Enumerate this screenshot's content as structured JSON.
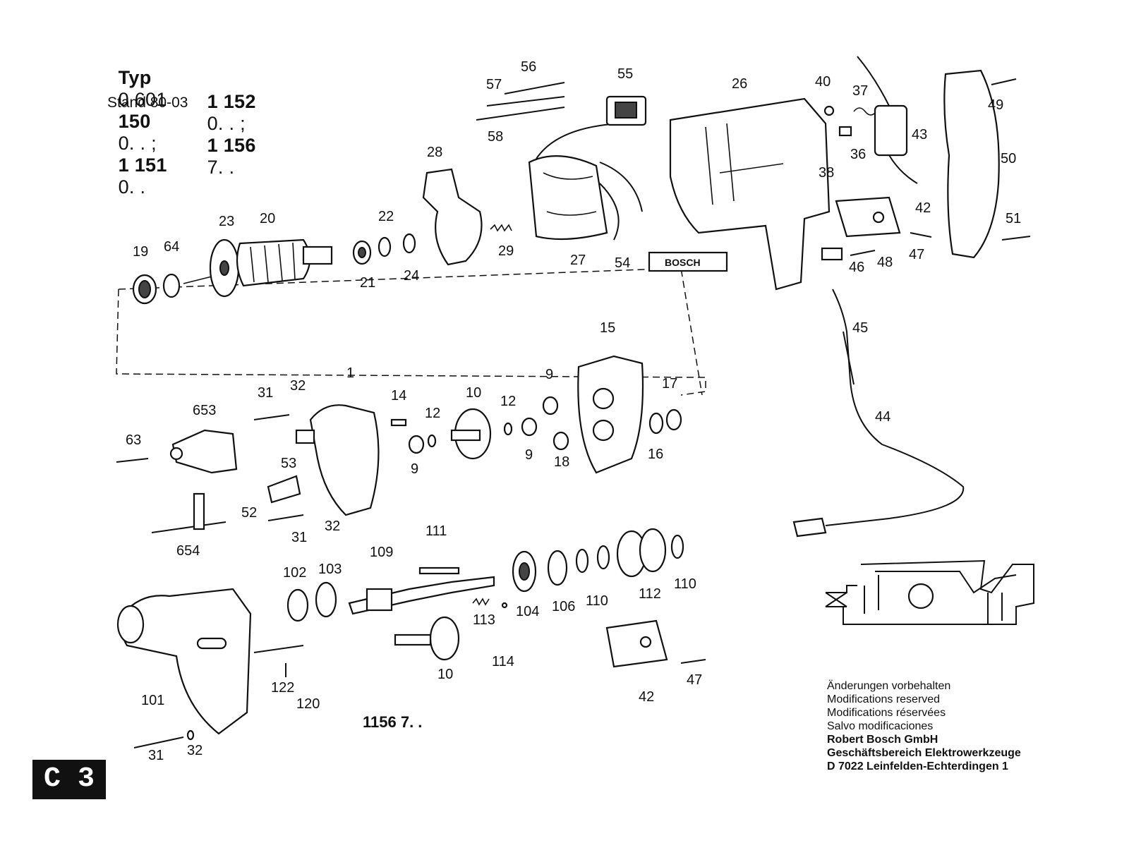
{
  "header": {
    "line1": {
      "typ": "Typ",
      "a": "0 601",
      "b": "150",
      "c": "0. . ;",
      "d": "1 151",
      "e": "0. ."
    },
    "line2": {
      "a": "1 152",
      "b": "0. . ;",
      "c": "1 156",
      "d": "7. ."
    },
    "stand": "Stand 80-03"
  },
  "model_label": "1156 7. .",
  "notes": {
    "lines": [
      "Änderungen vorbehalten",
      "Modifications reserved",
      "Modifications réservées",
      "Salvo modificaciones"
    ],
    "company": [
      "Robert Bosch GmbH",
      "Geschäftsbereich Elektrowerkzeuge",
      "D 7022 Leinfelden-Echterdingen 1"
    ]
  },
  "page_code": "C 3",
  "brand_plate": "BOSCH",
  "part_numbers": [
    "56",
    "57",
    "58",
    "55",
    "26",
    "40",
    "37",
    "49",
    "28",
    "43",
    "36",
    "50",
    "38",
    "23",
    "20",
    "22",
    "19",
    "64",
    "29",
    "42",
    "27",
    "54",
    "21",
    "24",
    "51",
    "47",
    "46",
    "48",
    "45",
    "15",
    "1",
    "31",
    "32",
    "14",
    "9",
    "17",
    "653",
    "10",
    "12",
    "12",
    "63",
    "9",
    "9",
    "18",
    "16",
    "53",
    "52",
    "31",
    "32",
    "654",
    "44",
    "111",
    "109",
    "102",
    "103",
    "104",
    "106",
    "110",
    "112",
    "110",
    "113",
    "114",
    "10",
    "101",
    "122",
    "120",
    "42",
    "47",
    "31",
    "32"
  ]
}
